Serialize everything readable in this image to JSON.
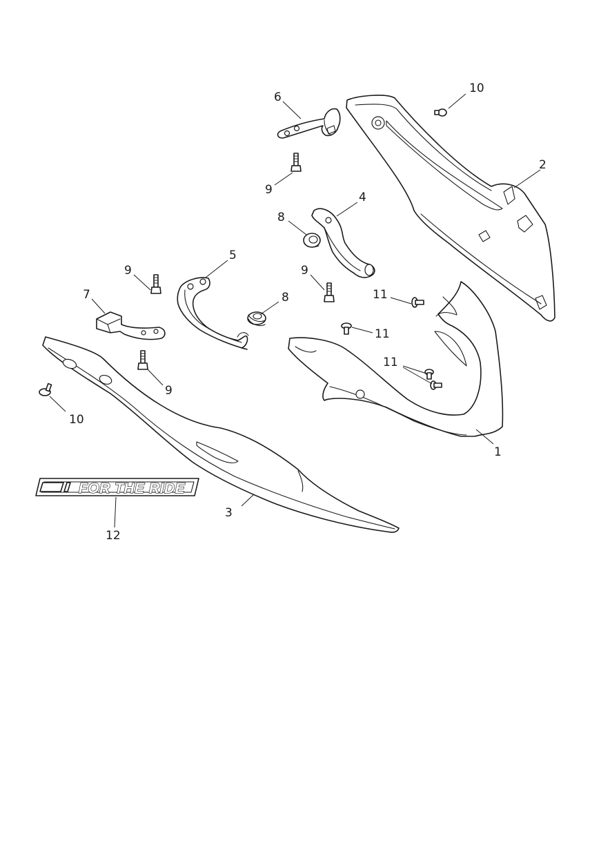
{
  "callouts": [
    {
      "id": "c1",
      "label": "1"
    },
    {
      "id": "c2",
      "label": "2"
    },
    {
      "id": "c3",
      "label": "3"
    },
    {
      "id": "c4",
      "label": "4"
    },
    {
      "id": "c5",
      "label": "5"
    },
    {
      "id": "c6",
      "label": "6"
    },
    {
      "id": "c7",
      "label": "7"
    },
    {
      "id": "c8a",
      "label": "8"
    },
    {
      "id": "c8b",
      "label": "8"
    },
    {
      "id": "c9a",
      "label": "9"
    },
    {
      "id": "c9b",
      "label": "9"
    },
    {
      "id": "c9c",
      "label": "9"
    },
    {
      "id": "c9d",
      "label": "9"
    },
    {
      "id": "c10a",
      "label": "10"
    },
    {
      "id": "c10b",
      "label": "10"
    },
    {
      "id": "c11a",
      "label": "11"
    },
    {
      "id": "c11b",
      "label": "11"
    },
    {
      "id": "c11c",
      "label": "11"
    },
    {
      "id": "c12",
      "label": "12"
    }
  ],
  "decal": {
    "text": "FOR THE RIDE"
  }
}
